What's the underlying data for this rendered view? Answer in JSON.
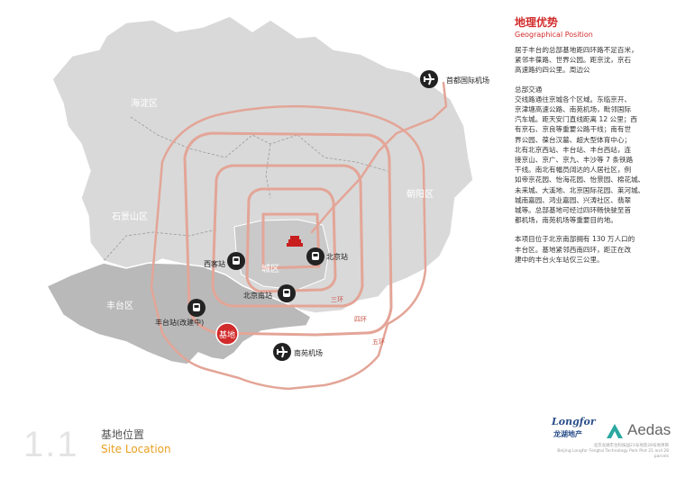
{
  "districts": {
    "haidian": "海淀区",
    "shijingshan": "石景山区",
    "chaoyang": "朝阳区",
    "fengtai": "丰台区",
    "chengqu": "城区"
  },
  "rings": {
    "third": "三环",
    "fourth": "四环",
    "fifth": "五环"
  },
  "places": {
    "airport_capital": "首都国际机场",
    "west_station": "西客站",
    "beijing_station": "北京站",
    "south_station": "北京南站",
    "fengtai_station": "丰台站(改建中)",
    "nanyuan_airport": "南苑机场",
    "site_badge": "基地"
  },
  "panel": {
    "title_cn": "地理优势",
    "title_en": "Geographical Position",
    "para1": "居于丰台的总部基地距四环路不足百米，\n紧邻丰葆路、世界公园。距京沈，京石\n高速路约四公里。周边公",
    "para2": "总部交通\n交线路通往京城各个区域。东临京开、\n京津塘高速公路、南苑机场，毗邻国际\n汽车城。距天安门直线距离 12 公里；西\n有京石、京良等重要公路干线；南有世\n界公园、葆台汉墓、超大型体育中心；\n北有北京西站、丰台站、丰台西站，连\n接京山、京广、京九、丰沙等 7 条铁路\n干线。南北有幅员阔达的人居社区，例\n如帝京花园、怡海花园、怡景园、棉花城、\n未来城、大溪地、北京国际花园、莱河城、\n城南嘉园、鸿业嘉园、兴涛社区、翡翠\n城等。总部基地可经过四环畅快驶至首\n都机场，南苑机场等重要目的地。",
    "para3": "本项目位于北京南部拥有 130 万人口的\n丰台区。基地紧邻西南四环，距正在改\n建中的丰台火车站仅三公里。"
  },
  "footer": {
    "section_number": "1.1",
    "title_cn": "基地位置",
    "title_en": "Site Location"
  },
  "logos": {
    "longfor_en": "Longfor",
    "longfor_cn": "龙湖地产",
    "aedas": "Aedas",
    "note": "北京龙湖丰台科技园21号地及28号地项目\nBeijing Longfor Fengtai Technology Park Plot 21 and 28 parcels"
  },
  "colors": {
    "accent_red": "#d22b2b",
    "ring_line": "#e3a597",
    "district_light": "#d9d9d9",
    "district_dark": "#b9b9b9",
    "footer_orange": "#e8a020"
  }
}
